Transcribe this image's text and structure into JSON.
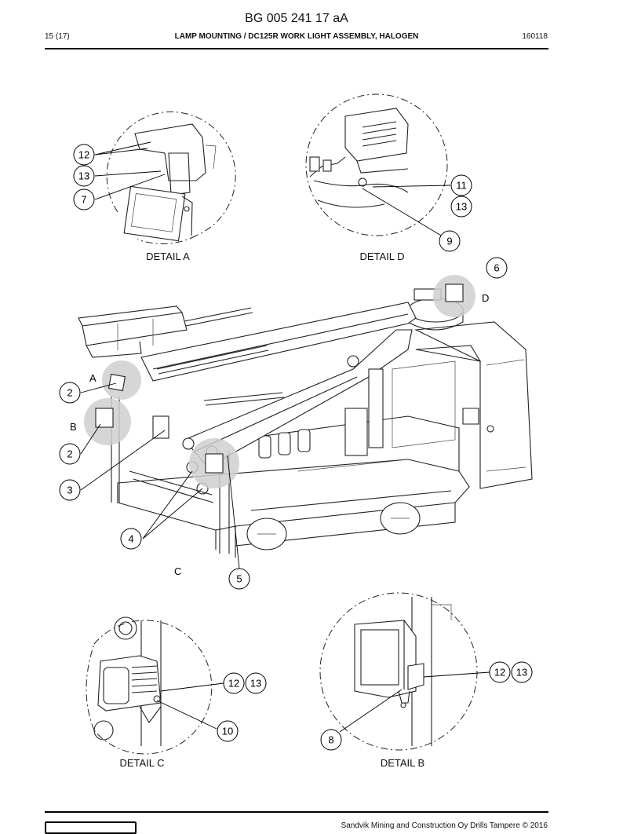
{
  "header": {
    "doc_number": "BG 005 241 17 aA",
    "page": "15 (17)",
    "title": "LAMP MOUNTING / DC125R WORK LIGHT ASSEMBLY, HALOGEN",
    "date_code": "160118"
  },
  "details": {
    "a": "DETAIL A",
    "d": "DETAIL D",
    "c": "DETAIL C",
    "b": "DETAIL B"
  },
  "callouts": {
    "c12_a": "12",
    "c13_a": "13",
    "c7": "7",
    "c11": "11",
    "c13_d": "13",
    "c9": "9",
    "c6": "6",
    "c2_a": "2",
    "c2_b": "2",
    "c3": "3",
    "c4": "4",
    "c5": "5",
    "c12_c": "12",
    "c13_c": "13",
    "c10": "10",
    "c12_b": "12",
    "c13_b": "13",
    "c8": "8"
  },
  "letters": {
    "a": "A",
    "b": "B",
    "c": "C",
    "d": "D"
  },
  "footer": {
    "copyright": "Sandvik Mining and Construction Oy Drills Tampere © 2016"
  }
}
